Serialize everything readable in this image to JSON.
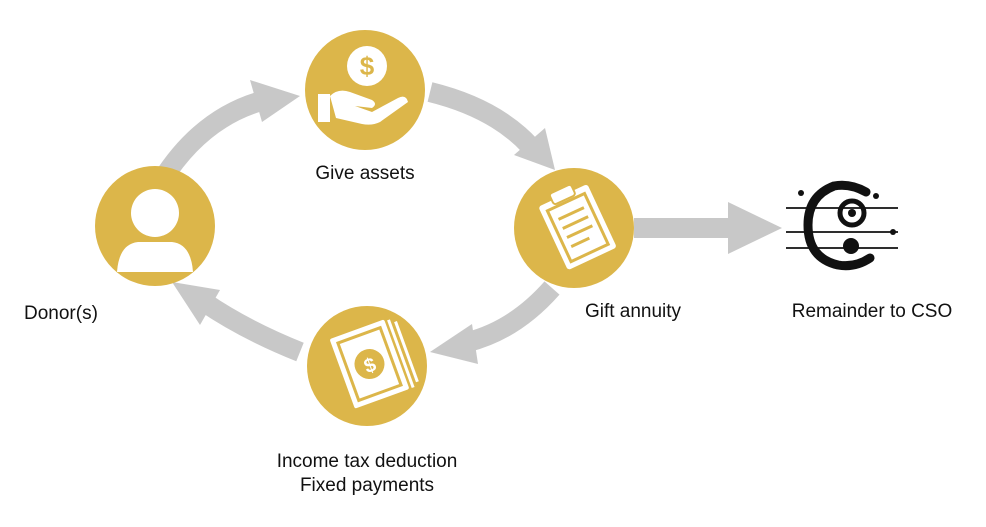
{
  "nodes": {
    "give_assets": {
      "label": "Give assets",
      "icon": "hand-dollar-icon"
    },
    "gift_annuity": {
      "label": "Gift annuity",
      "icon": "clipboard-icon"
    },
    "donor": {
      "label": "Donor(s)",
      "icon": "person-icon"
    },
    "payments": {
      "label_line1": "Income tax deduction",
      "label_line2": "Fixed payments",
      "icon": "money-bills-icon"
    },
    "remainder": {
      "label": "Remainder to CSO",
      "icon": "music-clef-logo"
    }
  },
  "colors": {
    "circle": "#dcb64a",
    "arrow": "#c8c8c8",
    "icon": "#ffffff",
    "logo": "#111111",
    "text": "#111111"
  }
}
